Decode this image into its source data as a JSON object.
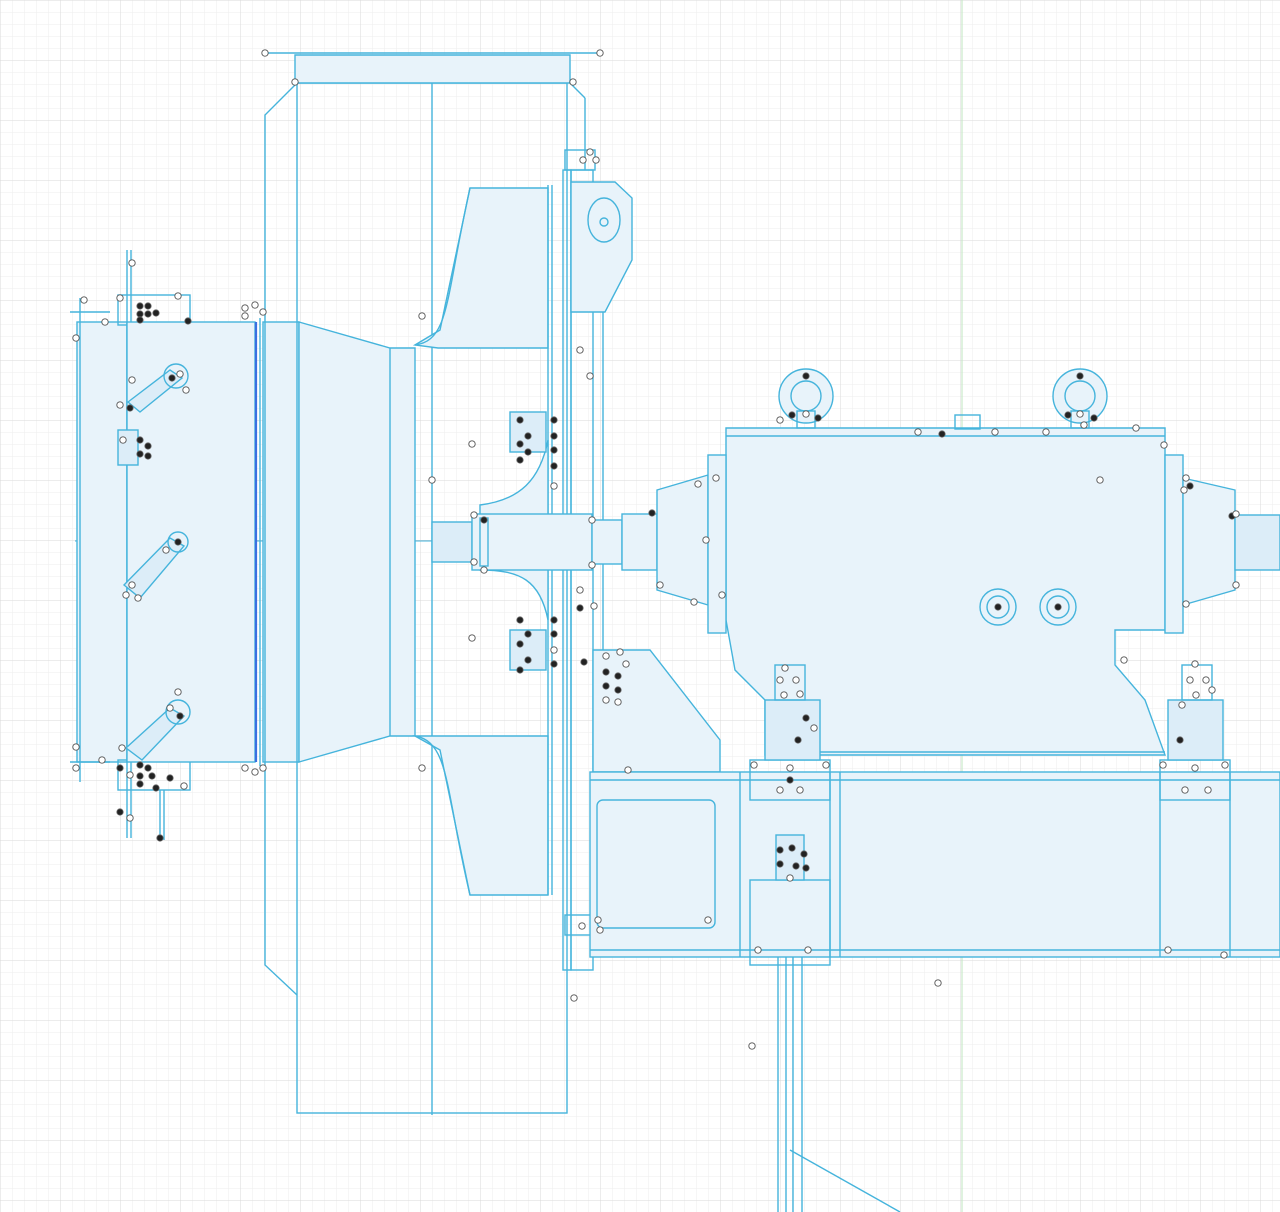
{
  "canvas": {
    "background": "#ffffff",
    "grid_minor_color": "#eeeeee",
    "grid_major_color": "#d9d9d9",
    "guide_color": "#bfe6bf",
    "line_color": "#45b4dc",
    "fill_color": "#e8f3fa",
    "accent_line_color": "#3a70e0",
    "handle_fill": "#ffffff",
    "handle_selected_fill": "#222222"
  },
  "shapes": [
    "inlet-flange",
    "inlet-vane-housing",
    "fan-housing",
    "impeller",
    "hub",
    "shaft",
    "gearbox-housing",
    "lifting-eye",
    "base-frame",
    "support-column"
  ]
}
